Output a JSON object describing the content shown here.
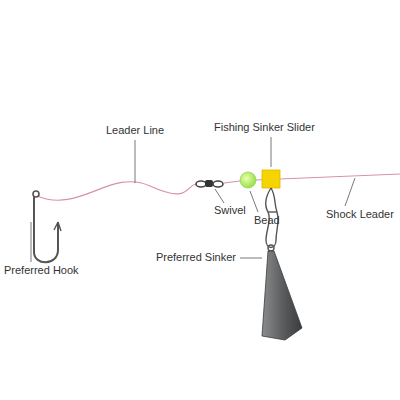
{
  "diagram": {
    "labels": [
      "Leader Line",
      "Fishing Sinker Slider",
      "Bead",
      "Swivel",
      "Shock Leader",
      "Preferred Hook",
      "Preferred Sinker"
    ]
  }
}
